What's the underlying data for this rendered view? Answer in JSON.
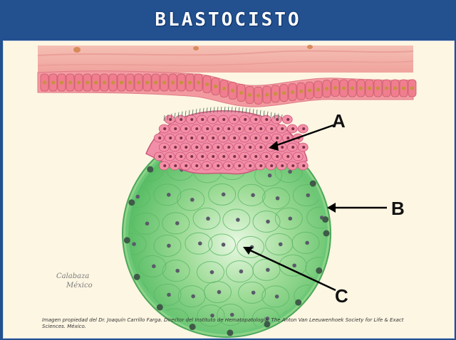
{
  "title": "BLASTOCISTO",
  "labels": {
    "a": "A",
    "b": "B",
    "c": "C"
  },
  "watermark": {
    "line1": "Calabaza",
    "line2": "México"
  },
  "credit": "Imagen propiedad del Dr. Joaquín Carrillo Farga. Director del Instituto de Hematopatología. The Anton Van Leeuwenhoek Society for Life & Exact Sciences. México.",
  "colors": {
    "header": "#23508f",
    "panel": "#fdf6e3",
    "endometrium": "#f0a7a2",
    "inner_cell_mass": "#e8708c",
    "trophoblast": "#5ec46a",
    "cavity": "#a6e2a0"
  }
}
